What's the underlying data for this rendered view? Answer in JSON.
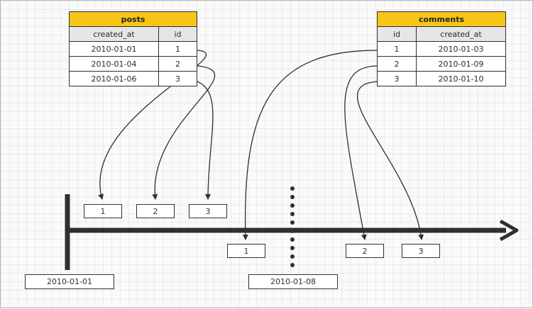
{
  "posts": {
    "title": "posts",
    "columns": [
      "created_at",
      "id"
    ],
    "rows": [
      {
        "created_at": "2010-01-01",
        "id": "1"
      },
      {
        "created_at": "2010-01-04",
        "id": "2"
      },
      {
        "created_at": "2010-01-06",
        "id": "3"
      }
    ]
  },
  "comments": {
    "title": "comments",
    "columns": [
      "id",
      "created_at"
    ],
    "rows": [
      {
        "id": "1",
        "created_at": "2010-01-03"
      },
      {
        "id": "2",
        "created_at": "2010-01-09"
      },
      {
        "id": "3",
        "created_at": "2010-01-10"
      }
    ]
  },
  "timeline": {
    "start_label": "2010-01-01",
    "marker_label": "2010-01-08",
    "post_markers": [
      "1",
      "2",
      "3"
    ],
    "comment_markers": [
      "1",
      "2",
      "3"
    ]
  },
  "colors": {
    "header": "#f5c518",
    "column_header": "#e6e6e6",
    "line": "#2f2f2f",
    "grid": "#e0e0e0"
  }
}
